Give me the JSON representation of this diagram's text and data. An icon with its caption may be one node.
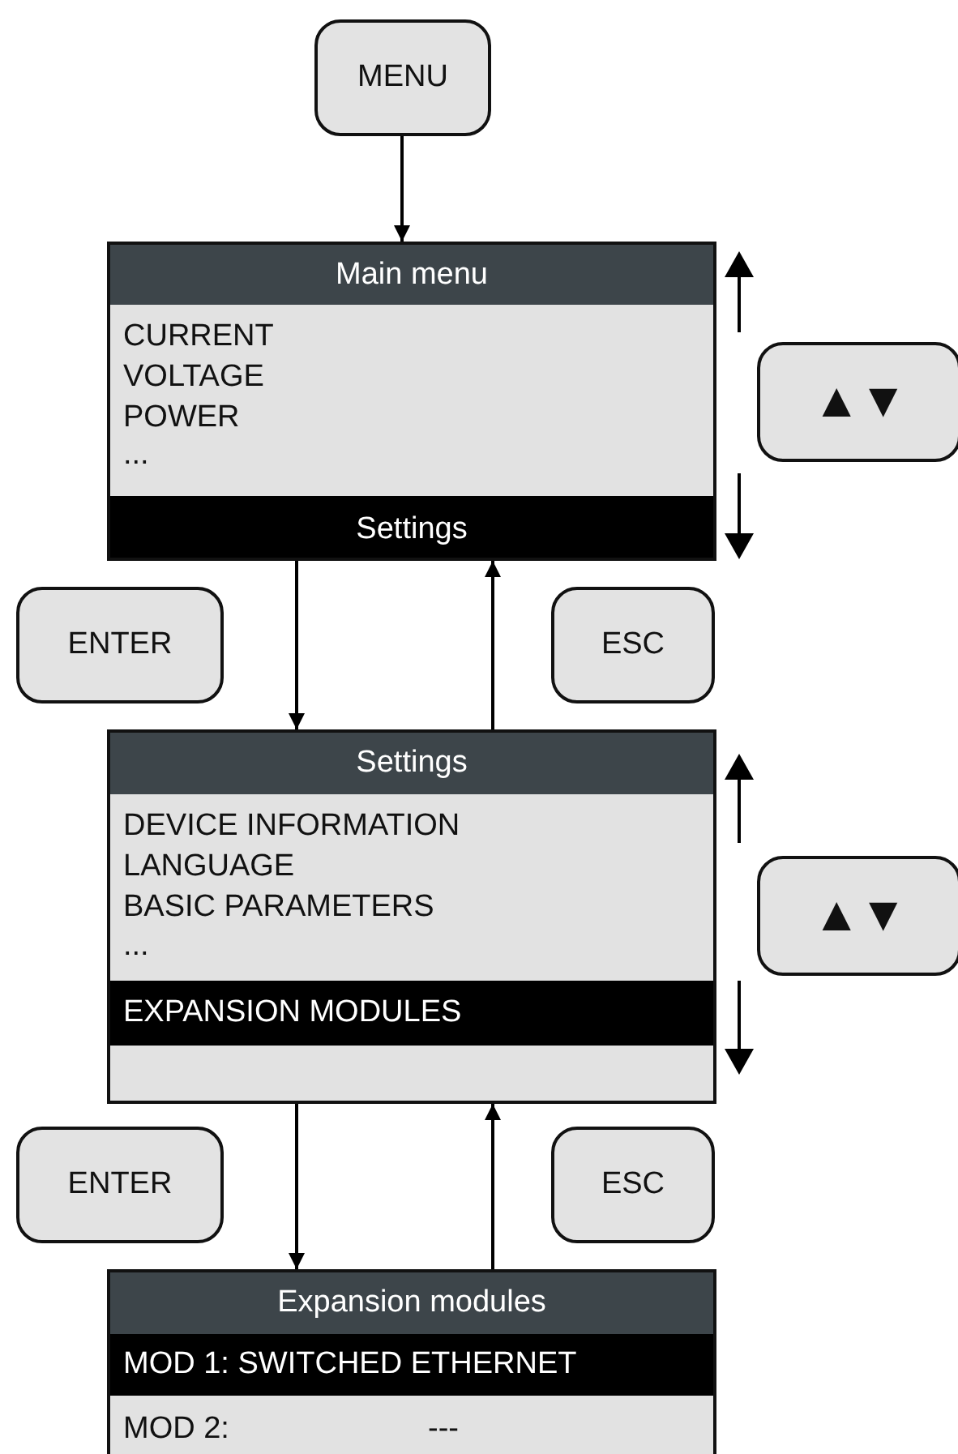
{
  "diagram": {
    "nodes": [
      {
        "text": [
          "MENU"
        ]
      },
      {
        "text": [
          "Main menu",
          "CURRENT",
          "VOLTAGE",
          "POWER",
          "...",
          "Settings"
        ]
      },
      {
        "text": [
          "▲▼"
        ]
      },
      {
        "text": [
          "ENTER"
        ]
      },
      {
        "text": [
          "ESC"
        ]
      },
      {
        "text": [
          "Settings",
          "DEVICE INFORMATION",
          "LANGUAGE",
          "BASIC PARAMETERS",
          "...",
          "EXPANSION MODULES"
        ]
      },
      {
        "text": [
          "▲▼"
        ]
      },
      {
        "text": [
          "ENTER"
        ]
      },
      {
        "text": [
          "ESC"
        ]
      },
      {
        "text": [
          "Expansion modules",
          "MOD 1: SWITCHED ETHERNET",
          "MOD 2:",
          "---"
        ]
      }
    ],
    "edges": [
      {
        "from": 0,
        "to": 1,
        "arrow": "to"
      },
      {
        "from": 1,
        "to": 5,
        "arrow": "to"
      },
      {
        "from": 5,
        "to": 1,
        "arrow": "to"
      },
      {
        "from": 5,
        "to": 9,
        "arrow": "to"
      },
      {
        "from": 9,
        "to": 5,
        "arrow": "to"
      }
    ]
  }
}
